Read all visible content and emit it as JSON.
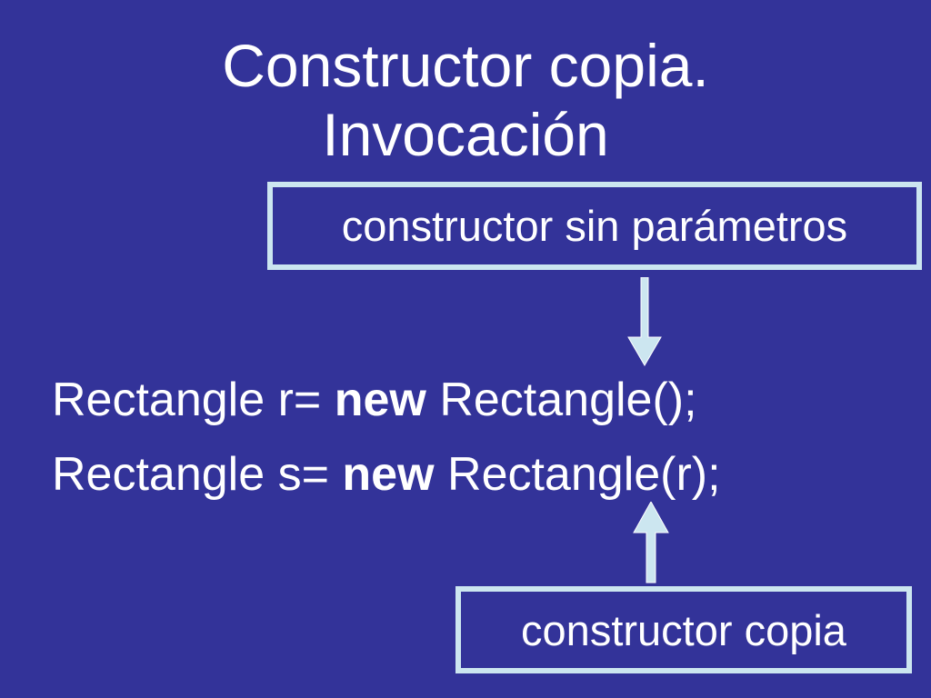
{
  "slide": {
    "title_line1": "Constructor copia.",
    "title_line2": "Invocación",
    "callout_top": "constructor sin parámetros",
    "callout_bottom": "constructor copia",
    "code": {
      "line1_prefix": "Rectangle r= ",
      "line1_keyword": "new",
      "line1_suffix": " Rectangle();",
      "line2_prefix": "Rectangle s= ",
      "line2_keyword": "new",
      "line2_suffix": " Rectangle(r);"
    }
  },
  "colors": {
    "background": "#333399",
    "text": "#ffffff",
    "callout_border": "#cce6f0",
    "arrow_fill": "#cce6f0"
  },
  "icons": {
    "arrow_down": "down-arrow-icon",
    "arrow_up": "up-arrow-icon"
  }
}
